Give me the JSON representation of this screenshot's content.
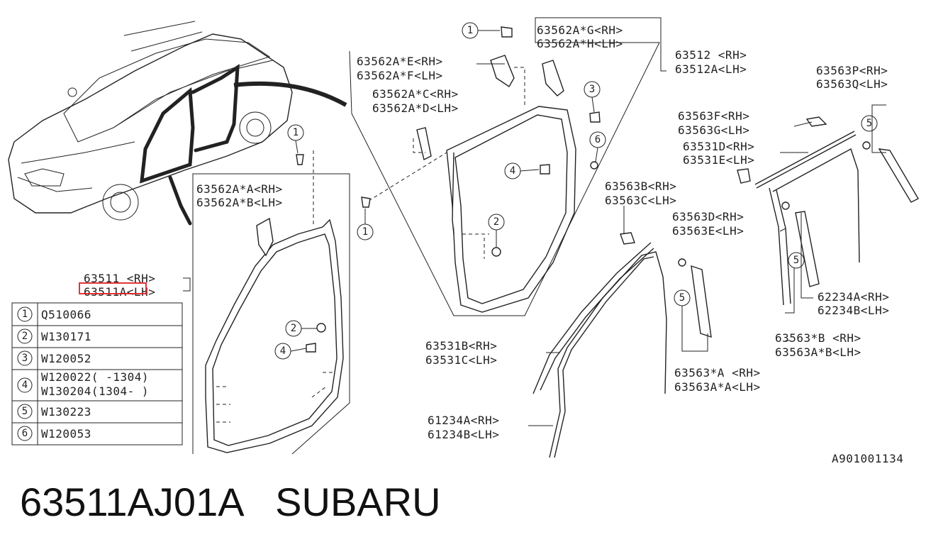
{
  "footer": {
    "part_number": "63511AJ01A",
    "brand": "SUBARU"
  },
  "doc_id": "A901001134",
  "highlight_color": "#e02020",
  "legend": [
    {
      "num": "1",
      "lines": [
        "Q510066"
      ]
    },
    {
      "num": "2",
      "lines": [
        "W130171"
      ]
    },
    {
      "num": "3",
      "lines": [
        "W120052"
      ]
    },
    {
      "num": "4",
      "lines": [
        "W120022(  -1304)",
        "W130204(1304-  )"
      ]
    },
    {
      "num": "5",
      "lines": [
        "W130223"
      ]
    },
    {
      "num": "6",
      "lines": [
        "W120053"
      ]
    }
  ],
  "labels": {
    "p63511": {
      "rh": "63511  <RH>",
      "lh": "63511A<LH>"
    },
    "p63562AA": {
      "rh": "63562A*A<RH>",
      "lh": "63562A*B<LH>"
    },
    "p63562AE": {
      "rh": "63562A*E<RH>",
      "lh": "63562A*F<LH>"
    },
    "p63562AC": {
      "rh": "63562A*C<RH>",
      "lh": "63562A*D<LH>"
    },
    "p63562AG": {
      "rh": "63562A*G<RH>",
      "lh": "63562A*H<LH>"
    },
    "p63512": {
      "rh": "63512  <RH>",
      "lh": "63512A<LH>"
    },
    "p63563P": {
      "rh": "63563P<RH>",
      "lh": "63563Q<LH>"
    },
    "p63563F": {
      "rh": "63563F<RH>",
      "lh": "63563G<LH>"
    },
    "p63531D": {
      "rh": "63531D<RH>",
      "lh": "63531E<LH>"
    },
    "p63563B": {
      "rh": "63563B<RH>",
      "lh": "63563C<LH>"
    },
    "p63563D": {
      "rh": "63563D<RH>",
      "lh": "63563E<LH>"
    },
    "p62234A": {
      "rh": "62234A<RH>",
      "lh": "62234B<LH>"
    },
    "p63563xB": {
      "rh": "63563*B <RH>",
      "lh": "63563A*B<LH>"
    },
    "p63531B": {
      "rh": "63531B<RH>",
      "lh": "63531C<LH>"
    },
    "p63563xA": {
      "rh": "63563*A <RH>",
      "lh": "63563A*A<LH>"
    },
    "p61234A": {
      "rh": "61234A<RH>",
      "lh": "61234B<LH>"
    }
  },
  "callouts": {
    "c1a": "1",
    "c1b": "1",
    "c1c": "1",
    "c2a": "2",
    "c2b": "2",
    "c3": "3",
    "c4a": "4",
    "c4b": "4",
    "c5a": "5",
    "c5b": "5",
    "c5c": "5",
    "c6": "6"
  }
}
